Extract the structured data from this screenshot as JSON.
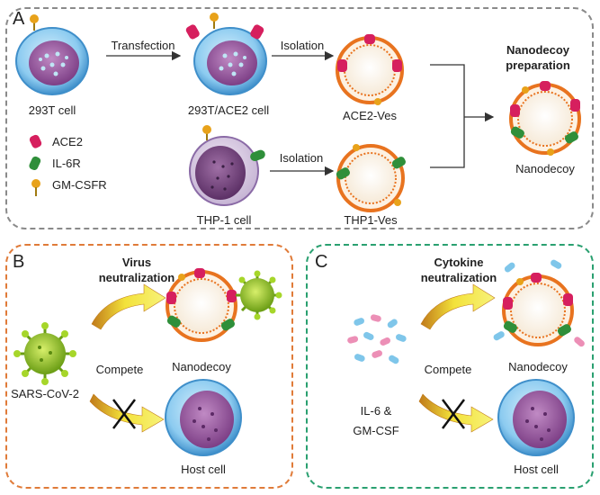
{
  "panel_a": {
    "letter": "A",
    "cells": {
      "cell_293t": "293T cell",
      "cell_293t_ace2": "293T/ACE2 cell",
      "ace2_ves": "ACE2-Ves",
      "thp1_cell": "THP-1 cell",
      "thp1_ves": "THP1-Ves",
      "nanodecoy": "Nanodecoy"
    },
    "arrows": {
      "transfection": "Transfection",
      "isolation_top": "Isolation",
      "isolation_bottom": "Isolation"
    },
    "title_line1": "Nanodecoy",
    "title_line2": "preparation",
    "legend": [
      {
        "label": "ACE2",
        "color": "#d61f5e"
      },
      {
        "label": "IL-6R",
        "color": "#2f8f3a"
      },
      {
        "label": "GM-CSFR",
        "color": "#e8a21a"
      }
    ]
  },
  "panel_b": {
    "letter": "B",
    "title_line1": "Virus",
    "title_line2": "neutralization",
    "compete": "Compete",
    "virus": "SARS-CoV-2",
    "nanodecoy": "Nanodecoy",
    "host": "Host cell"
  },
  "panel_c": {
    "letter": "C",
    "title_line1": "Cytokine",
    "title_line2": "neutralization",
    "compete": "Compete",
    "cytokine_line1": "IL-6 &",
    "cytokine_line2": "GM-CSF",
    "nanodecoy": "Nanodecoy",
    "host": "Host cell"
  },
  "colors": {
    "panel_a_border": "#8a8a8a",
    "panel_b_border": "#e07b39",
    "panel_c_border": "#2aa070",
    "membrane": "#e8731f",
    "cell_blue": "#6fb7e6",
    "cell_purple": "#8e4f8e",
    "virus_green": "#8cc21f"
  }
}
